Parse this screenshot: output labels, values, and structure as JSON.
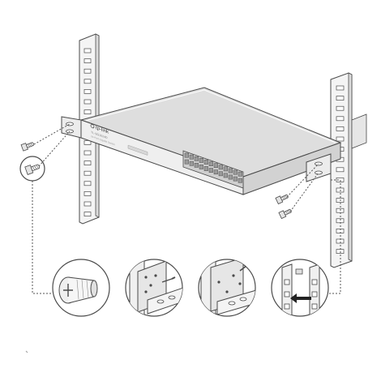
{
  "switch": {
    "brand": "tp-link",
    "model": "TL-SG1024D",
    "description": "24-Port Gigabit Switch",
    "port_count": 24
  },
  "colors": {
    "line": "#4a4a4a",
    "rail_fill": "#f4f4f4",
    "rail_shade": "#dcdcdc",
    "switch_top": "#dedede",
    "switch_front": "#efefef",
    "port_fill": "#9a9a9a",
    "dots": "#555555",
    "arrow": "#222222"
  },
  "icons": {
    "screw": "screw-icon",
    "rail": "rack-rail-icon",
    "ear": "mounting-bracket-icon",
    "arrow": "insert-arrow-icon"
  },
  "detail_steps": [
    {
      "name": "screw-closeup",
      "icon": "screw-icon"
    },
    {
      "name": "bracket-left-closeup",
      "icon": "mounting-bracket-icon"
    },
    {
      "name": "bracket-right-closeup",
      "icon": "mounting-bracket-icon"
    },
    {
      "name": "cage-nut-closeup",
      "icon": "insert-arrow-icon"
    }
  ]
}
